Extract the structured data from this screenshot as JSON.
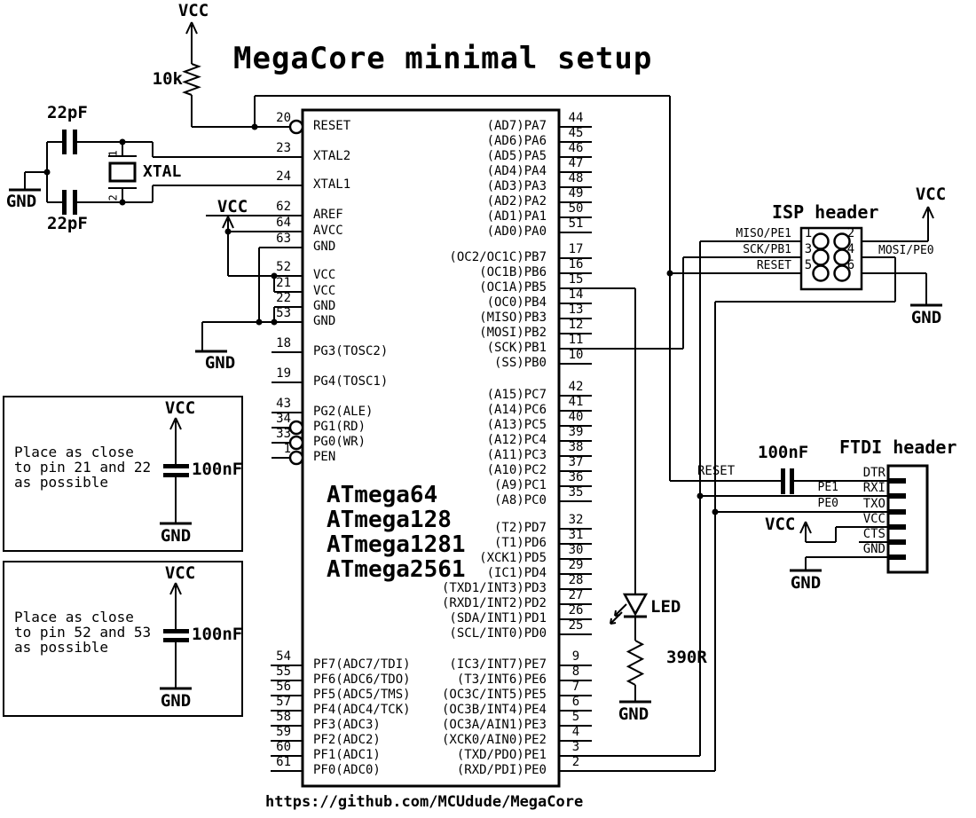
{
  "title": "MegaCore minimal setup",
  "footer_url": "https://github.com/MCUdude/MegaCore",
  "colors": {
    "ink": "#000000",
    "paper": "#ffffff"
  },
  "power": {
    "vcc": "VCC",
    "gnd": "GND"
  },
  "components": {
    "pullup_resistor": "10k",
    "xtal_cap_top": "22pF",
    "xtal_cap_bottom": "22pF",
    "crystal": "XTAL",
    "crystal_pins": [
      "1",
      "2"
    ],
    "led": "LED",
    "led_resistor": "390R",
    "ftdi_cap": "100nF"
  },
  "chip": {
    "part_names": [
      "ATmega64",
      "ATmega128",
      "ATmega1281",
      "ATmega2561"
    ],
    "left_pins": [
      {
        "num": "20",
        "name": "RESET",
        "bubble": true
      },
      {
        "num": "23",
        "name": "XTAL2"
      },
      {
        "num": "24",
        "name": "XTAL1"
      },
      {
        "num": "62",
        "name": "AREF"
      },
      {
        "num": "64",
        "name": "AVCC"
      },
      {
        "num": "63",
        "name": "GND"
      },
      {
        "num": "52",
        "name": "VCC"
      },
      {
        "num": "21",
        "name": "VCC"
      },
      {
        "num": "22",
        "name": "GND"
      },
      {
        "num": "53",
        "name": "GND"
      },
      {
        "num": "18",
        "name": "PG3(TOSC2)"
      },
      {
        "num": "19",
        "name": "PG4(TOSC1)"
      },
      {
        "num": "43",
        "name": "PG2(ALE)"
      },
      {
        "num": "34",
        "name": "PG1(RD)",
        "bubble": true
      },
      {
        "num": "33",
        "name": "PG0(WR)",
        "bubble": true
      },
      {
        "num": "1",
        "name": "PEN",
        "bubble": true
      },
      {
        "num": "54",
        "name": "PF7(ADC7/TDI)"
      },
      {
        "num": "55",
        "name": "PF6(ADC6/TDO)"
      },
      {
        "num": "56",
        "name": "PF5(ADC5/TMS)"
      },
      {
        "num": "57",
        "name": "PF4(ADC4/TCK)"
      },
      {
        "num": "58",
        "name": "PF3(ADC3)"
      },
      {
        "num": "59",
        "name": "PF2(ADC2)"
      },
      {
        "num": "60",
        "name": "PF1(ADC1)"
      },
      {
        "num": "61",
        "name": "PF0(ADC0)"
      }
    ],
    "right_pins": [
      {
        "num": "44",
        "name": "(AD7)PA7"
      },
      {
        "num": "45",
        "name": "(AD6)PA6"
      },
      {
        "num": "46",
        "name": "(AD5)PA5"
      },
      {
        "num": "47",
        "name": "(AD4)PA4"
      },
      {
        "num": "48",
        "name": "(AD3)PA3"
      },
      {
        "num": "49",
        "name": "(AD2)PA2"
      },
      {
        "num": "50",
        "name": "(AD1)PA1"
      },
      {
        "num": "51",
        "name": "(AD0)PA0"
      },
      {
        "num": "17",
        "name": "(OC2/OC1C)PB7"
      },
      {
        "num": "16",
        "name": "(OC1B)PB6"
      },
      {
        "num": "15",
        "name": "(OC1A)PB5"
      },
      {
        "num": "14",
        "name": "(OC0)PB4"
      },
      {
        "num": "13",
        "name": "(MISO)PB3"
      },
      {
        "num": "12",
        "name": "(MOSI)PB2"
      },
      {
        "num": "11",
        "name": "(SCK)PB1"
      },
      {
        "num": "10",
        "name": "(SS)PB0"
      },
      {
        "num": "42",
        "name": "(A15)PC7"
      },
      {
        "num": "41",
        "name": "(A14)PC6"
      },
      {
        "num": "40",
        "name": "(A13)PC5"
      },
      {
        "num": "39",
        "name": "(A12)PC4"
      },
      {
        "num": "38",
        "name": "(A11)PC3"
      },
      {
        "num": "37",
        "name": "(A10)PC2"
      },
      {
        "num": "36",
        "name": "(A9)PC1"
      },
      {
        "num": "35",
        "name": "(A8)PC0"
      },
      {
        "num": "32",
        "name": "(T2)PD7"
      },
      {
        "num": "31",
        "name": "(T1)PD6"
      },
      {
        "num": "30",
        "name": "(XCK1)PD5"
      },
      {
        "num": "29",
        "name": "(IC1)PD4"
      },
      {
        "num": "28",
        "name": "(TXD1/INT3)PD3"
      },
      {
        "num": "27",
        "name": "(RXD1/INT2)PD2"
      },
      {
        "num": "26",
        "name": "(SDA/INT1)PD1"
      },
      {
        "num": "25",
        "name": "(SCL/INT0)PD0"
      },
      {
        "num": "9",
        "name": "(IC3/INT7)PE7"
      },
      {
        "num": "8",
        "name": "(T3/INT6)PE6"
      },
      {
        "num": "7",
        "name": "(OC3C/INT5)PE5"
      },
      {
        "num": "6",
        "name": "(OC3B/INT4)PE4"
      },
      {
        "num": "5",
        "name": "(OC3A/AIN1)PE3"
      },
      {
        "num": "4",
        "name": "(XCK0/AIN0)PE2"
      },
      {
        "num": "3",
        "name": "(TXD/PDO)PE1"
      },
      {
        "num": "2",
        "name": "(RXD/PDI)PE0"
      }
    ]
  },
  "isp": {
    "title": "ISP header",
    "numbers": [
      "1",
      "2",
      "3",
      "4",
      "5",
      "6"
    ],
    "left_labels": [
      "MISO/PE1",
      "SCK/PB1",
      "RESET"
    ],
    "right_label": "MOSI/PE0"
  },
  "ftdi": {
    "title": "FTDI header",
    "pins": [
      "DTR",
      "RXI",
      "TXO",
      "VCC",
      "CTS",
      "GND"
    ],
    "reset_label": "RESET",
    "rx_label": "PE1",
    "tx_label": "PE0",
    "cap": "100nF"
  },
  "notes": [
    {
      "lines": [
        "Place as close",
        "to pin 21 and 22",
        "as possible"
      ],
      "cap": "100nF"
    },
    {
      "lines": [
        "Place as close",
        "to pin 52 and 53",
        "as possible"
      ],
      "cap": "100nF"
    }
  ]
}
